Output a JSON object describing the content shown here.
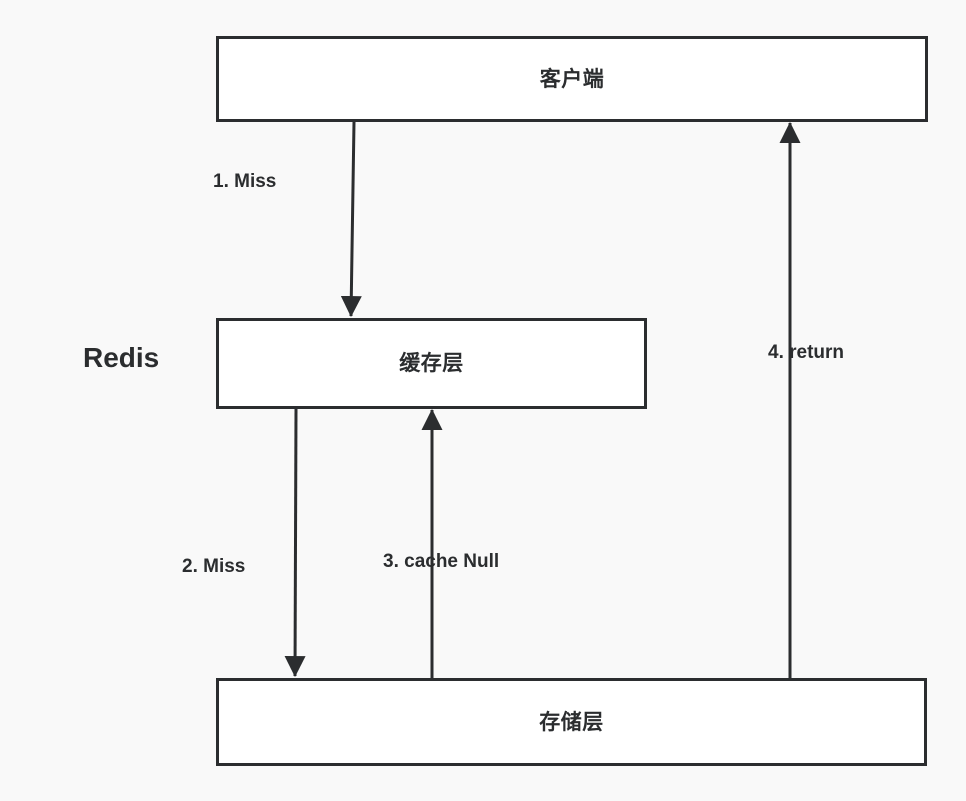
{
  "diagram": {
    "title_label": "Redis",
    "nodes": [
      {
        "id": "client",
        "label": "客户端"
      },
      {
        "id": "cache",
        "label": "缓存层"
      },
      {
        "id": "storage",
        "label": "存储层"
      }
    ],
    "edges": [
      {
        "id": "e1",
        "label": "1. Miss",
        "from": "client",
        "to": "cache"
      },
      {
        "id": "e2",
        "label": "2. Miss",
        "from": "cache",
        "to": "storage"
      },
      {
        "id": "e3",
        "label": "3. cache Null",
        "from": "storage",
        "to": "cache"
      },
      {
        "id": "e4",
        "label": "4. return",
        "from": "storage",
        "to": "client"
      }
    ],
    "colors": {
      "background": "#f9f9f9",
      "node_fill": "#ffffff",
      "stroke": "#2b2d2f",
      "text": "#2b2d2f"
    }
  }
}
